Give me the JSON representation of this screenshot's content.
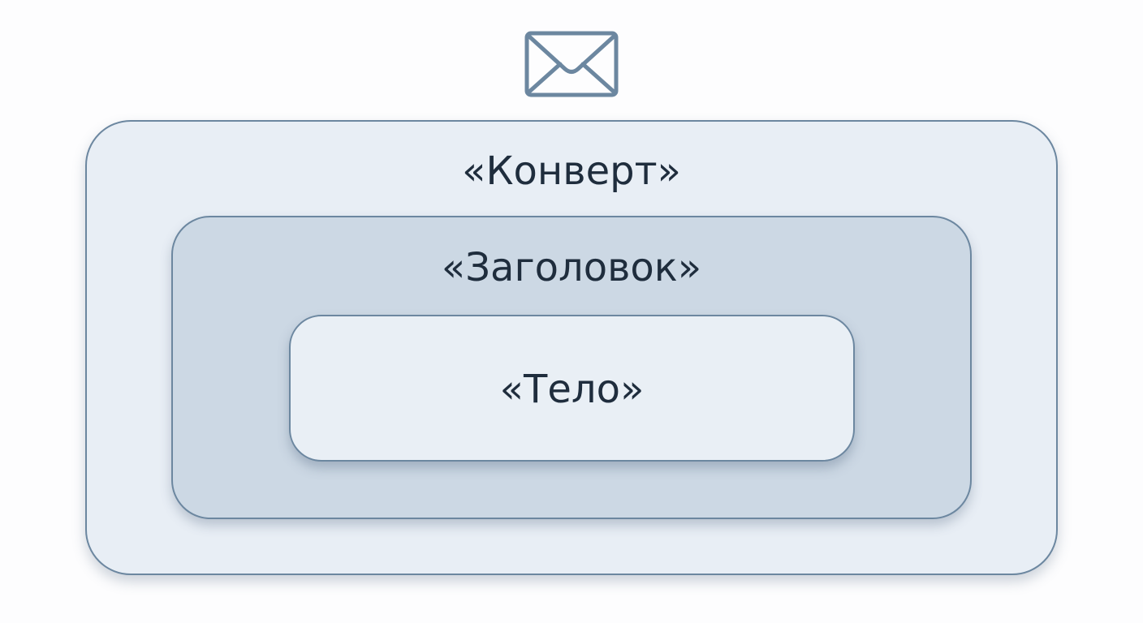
{
  "envelope_icon": "envelope-icon",
  "layers": {
    "outer": {
      "label": "«Конверт»",
      "fill": "#e8eef5"
    },
    "middle": {
      "label": "«Заголовок»",
      "fill": "#ccd8e4"
    },
    "inner": {
      "label": "«Тело»",
      "fill": "#e9eff5"
    }
  },
  "colors": {
    "border": "#6c87a0",
    "text": "#1f2d3d"
  }
}
